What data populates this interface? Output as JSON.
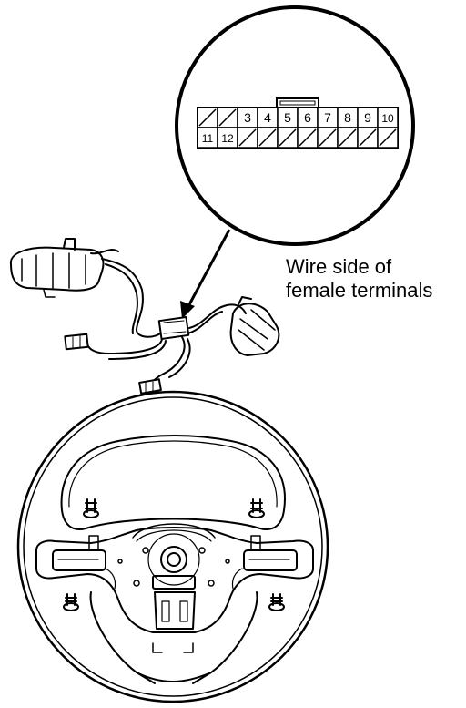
{
  "caption": {
    "line1": "Wire side of",
    "line2": "female terminals"
  },
  "connector": {
    "top_row": [
      {
        "pin": "",
        "empty": true
      },
      {
        "pin": "",
        "empty": true
      },
      {
        "pin": "3",
        "empty": false
      },
      {
        "pin": "4",
        "empty": false
      },
      {
        "pin": "5",
        "empty": false
      },
      {
        "pin": "6",
        "empty": false
      },
      {
        "pin": "7",
        "empty": false
      },
      {
        "pin": "8",
        "empty": false
      },
      {
        "pin": "9",
        "empty": false
      },
      {
        "pin": "10",
        "empty": false
      }
    ],
    "bottom_row": [
      {
        "pin": "11",
        "empty": false
      },
      {
        "pin": "12",
        "empty": false
      },
      {
        "pin": "",
        "empty": true
      },
      {
        "pin": "",
        "empty": true
      },
      {
        "pin": "",
        "empty": true
      },
      {
        "pin": "",
        "empty": true
      },
      {
        "pin": "",
        "empty": true
      },
      {
        "pin": "",
        "empty": true
      },
      {
        "pin": "",
        "empty": true
      },
      {
        "pin": "",
        "empty": true
      }
    ]
  },
  "colors": {
    "line": "#000000",
    "background": "#ffffff"
  }
}
